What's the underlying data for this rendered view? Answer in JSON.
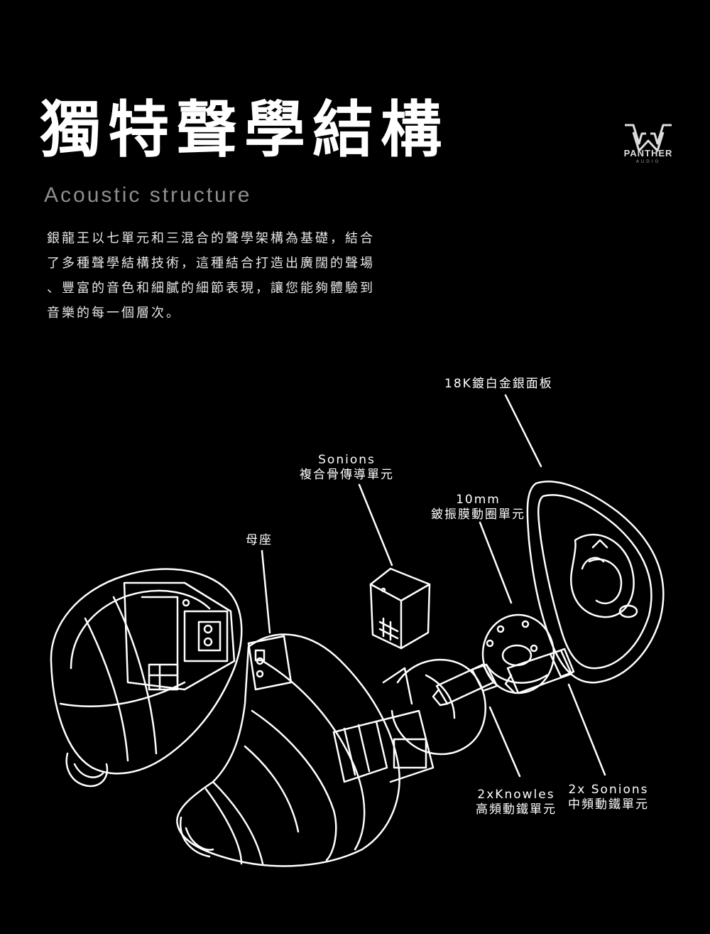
{
  "header": {
    "title": "獨特聲學結構",
    "subtitle": "Acoustic structure"
  },
  "logo": {
    "brand": "PANTHER",
    "sub": "AUDIO"
  },
  "description": [
    "銀龍王以七單元和三混合的聲學架構為基礎，結合",
    "了多種聲學結構技術，這種結合打造出廣闊的聲場",
    "、豐富的音色和細膩的細節表現，讓您能夠體驗到",
    "音樂的每一個層次。"
  ],
  "labels": {
    "faceplate": "18K鍍白金銀面板",
    "sonions_bone_1": "Sonions",
    "sonions_bone_2": "複合骨傳導單元",
    "dynamic_1": "10mm",
    "dynamic_2": "鈹振膜動圈單元",
    "socket": "母座",
    "knowles_1": "2xKnowles",
    "knowles_2": "高頻動鐵單元",
    "sonions_mid_1": "2x Sonions",
    "sonions_mid_2": "中頻動鐵單元"
  }
}
